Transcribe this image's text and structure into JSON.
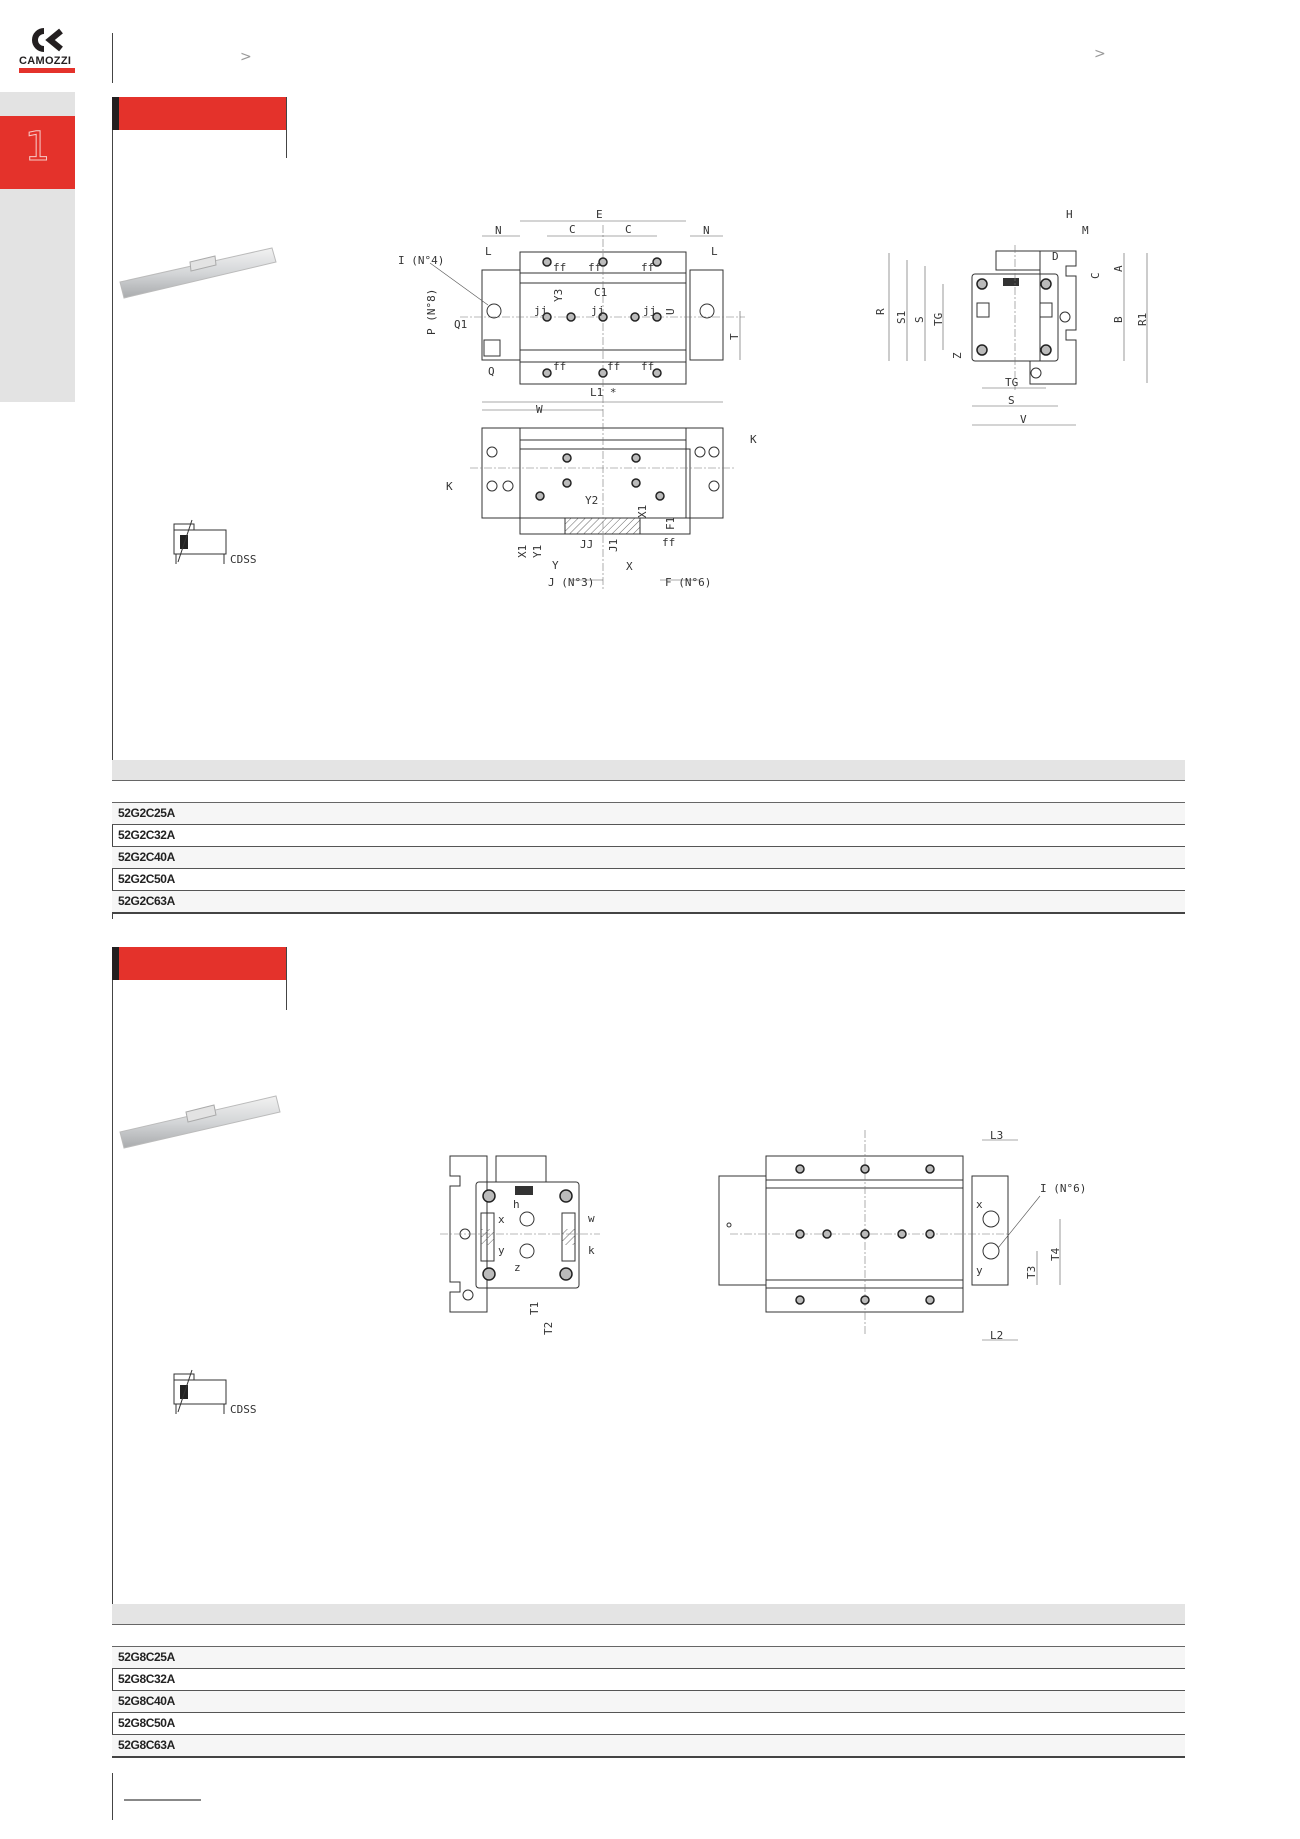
{
  "header": {
    "brand": "CAMOZZI",
    "breadcrumb_separators": [
      ">",
      ">"
    ],
    "brand_color": "#e4322b"
  },
  "sidebar": {
    "chapter": "1"
  },
  "section1": {
    "symbol_label": "CDSS",
    "drawing_labels": {
      "E": "E",
      "C": "C",
      "N": "N",
      "L": "L",
      "I_N4": "I (N°4)",
      "P_N8": "P (N°8)",
      "Q1": "Q1",
      "Q": "Q",
      "ff": "ff",
      "jj": "jj",
      "Y3": "Y3",
      "C1": "C1",
      "U": "U",
      "T": "T",
      "L1": "L1 *",
      "W": "W",
      "K": "K",
      "Y2": "Y2",
      "X1": "X1",
      "F1": "F1",
      "Y1": "Y1",
      "JJ": "JJ",
      "J1": "J1",
      "Y": "Y",
      "X": "X",
      "J_N3": "J (N°3)",
      "F_N6": "F (N°6)",
      "H": "H",
      "M": "M",
      "D": "D",
      "A": "A",
      "G": "C",
      "R": "R",
      "S1": "S1",
      "S": "S",
      "TG": "TG",
      "Z": "Z",
      "B": "B",
      "R1": "R1",
      "V": "V"
    },
    "table_rows": [
      "52G2C25A",
      "52G2C32A",
      "52G2C40A",
      "52G2C50A",
      "52G2C63A"
    ]
  },
  "section2": {
    "symbol_label": "CDSS",
    "drawing_labels": {
      "h": "h",
      "x": "x",
      "w": "w",
      "y": "y",
      "k": "k",
      "z": "z",
      "T1": "T1",
      "T2": "T2",
      "L3": "L3",
      "I_N6": "I (N°6)",
      "T3": "T3",
      "T4": "T4",
      "L2": "L2"
    },
    "table_rows": [
      "52G8C25A",
      "52G8C32A",
      "52G8C40A",
      "52G8C50A",
      "52G8C63A"
    ]
  }
}
